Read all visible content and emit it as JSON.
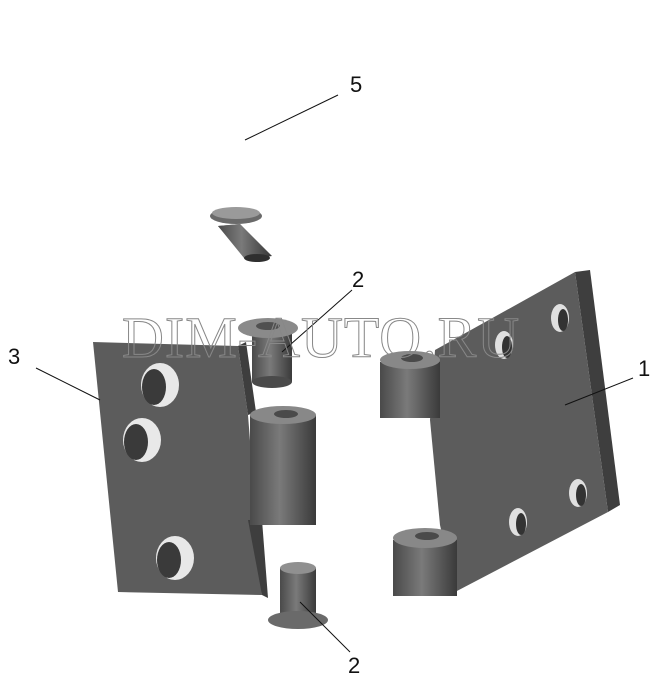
{
  "labels": {
    "pin": "5",
    "bushing_top": "2",
    "left_leaf": "3",
    "right_leaf": "1",
    "bushing_bottom": "2"
  },
  "watermark": "DIM-AUTO.RU",
  "colors": {
    "part_face": "#5c5c5c",
    "part_dark": "#3e3e3e",
    "part_light": "#7a7a7a",
    "leader": "#111111"
  }
}
